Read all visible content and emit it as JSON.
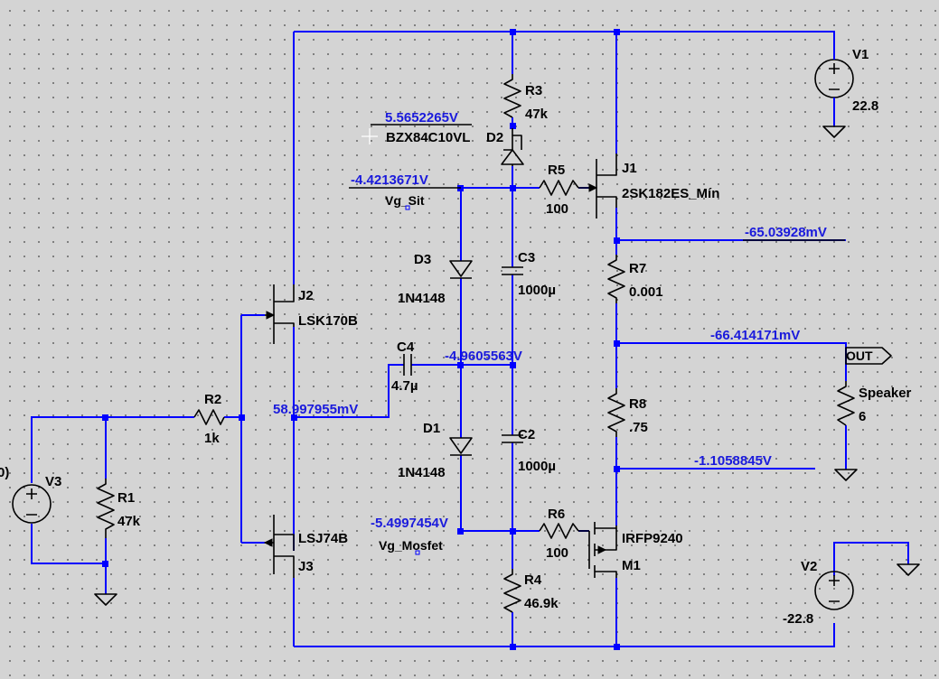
{
  "sources": {
    "v1": {
      "name": "V1",
      "value": "22.8"
    },
    "v2": {
      "name": "V2",
      "value": "-22.8"
    },
    "v3": {
      "name": "V3",
      "value_partial": "0)"
    }
  },
  "resistors": {
    "r1": {
      "name": "R1",
      "value": "47k"
    },
    "r2": {
      "name": "R2",
      "value": "1k"
    },
    "r3": {
      "name": "R3",
      "value": "47k"
    },
    "r4": {
      "name": "R4",
      "value": "46.9k"
    },
    "r5": {
      "name": "R5",
      "value": "100"
    },
    "r6": {
      "name": "R6",
      "value": "100"
    },
    "r7": {
      "name": "R7",
      "value": "0.001"
    },
    "r8": {
      "name": "R8",
      "value": ".75"
    },
    "speaker": {
      "name": "Speaker",
      "value": "6"
    }
  },
  "capacitors": {
    "c2": {
      "name": "C2",
      "value": "1000µ"
    },
    "c3": {
      "name": "C3",
      "value": "1000µ"
    },
    "c4": {
      "name": "C4",
      "value": "4.7µ"
    }
  },
  "diodes": {
    "d1": {
      "name": "D1",
      "value": "1N4148"
    },
    "d2": {
      "name": "D2",
      "value": "BZX84C10VL"
    },
    "d3": {
      "name": "D3",
      "value": "1N4148"
    }
  },
  "transistors": {
    "j1": {
      "name": "J1",
      "value": "2SK182ES_Mín"
    },
    "j2": {
      "name": "J2",
      "value": "LSK170B"
    },
    "j3": {
      "name": "J3",
      "value": "LSJ74B"
    },
    "m1": {
      "name": "M1",
      "value": "IRFP9240"
    }
  },
  "net_labels": {
    "vg_sit": "Vg_Sit",
    "vg_mosfet": "Vg_Mosfet",
    "out": "OUT"
  },
  "voltages": {
    "zener_top": "5.5652265V",
    "vg_sit": "-4.4213671V",
    "j1_source": "-65.03928mV",
    "out_node": "-66.414171mV",
    "mid_node": "-4.9605563V",
    "input_node": "58.997955mV",
    "r8_bottom": "-1.1058845V",
    "vg_mosfet": "-5.4997454V"
  },
  "colors": {
    "background": "#d4d4d4",
    "wire": "#0000ff",
    "symbol": "#000000",
    "voltage_text": "#1a1adc"
  }
}
